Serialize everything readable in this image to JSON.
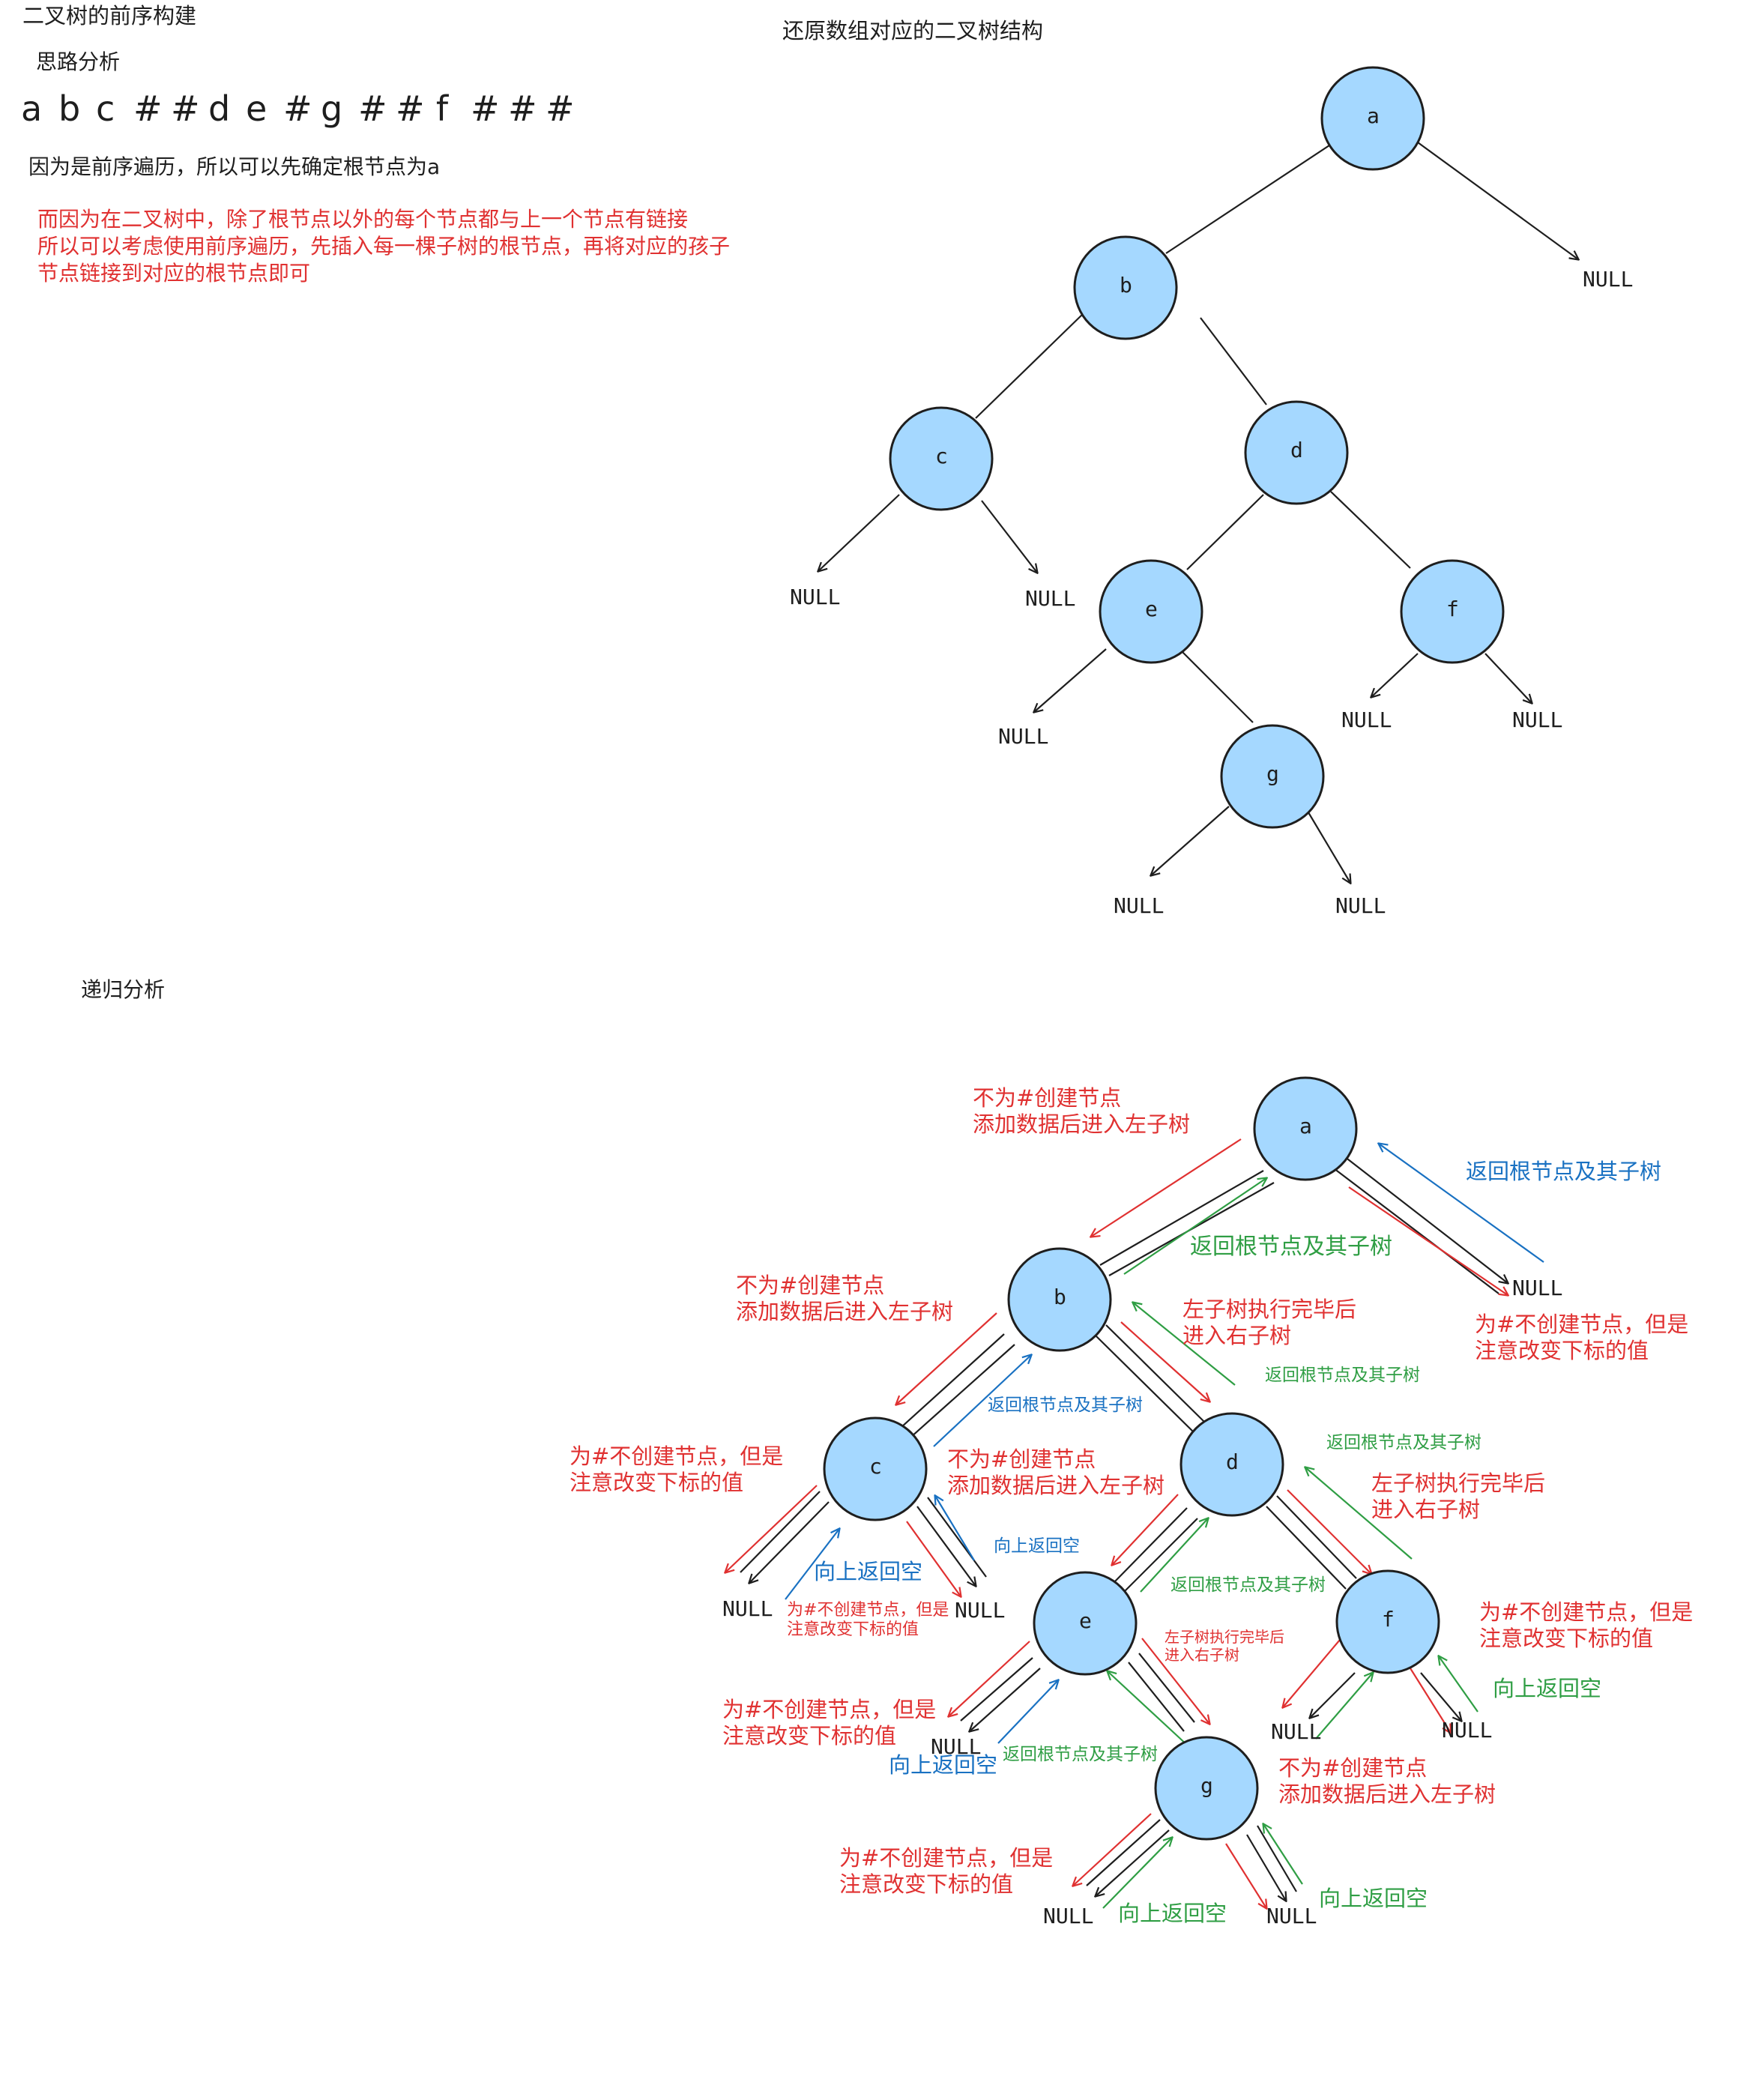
{
  "top": {
    "heading": "二叉树的前序构建",
    "subheading": "思路分析",
    "sequence": [
      "a",
      "b",
      "c",
      "#",
      "#",
      "d",
      "e",
      "#",
      "g",
      "#",
      "#",
      "f",
      "#",
      "#",
      "#"
    ],
    "note_root": "因为是前序遍历，所以可以先确定根节点为a",
    "note_red_1": "而因为在二叉树中，除了根节点以外的每个节点都与上一个节点有链接",
    "note_red_2": "所以可以考虑使用前序遍历，先插入每一棵子树的根节点，再将对应的孩子",
    "note_red_3": "节点链接到对应的根节点即可",
    "tree_title": "还原数组对应的二叉树结构"
  },
  "tree1": {
    "nodes": [
      "a",
      "b",
      "c",
      "d",
      "e",
      "f",
      "g"
    ],
    "null_label": "NULL"
  },
  "recursion": {
    "heading": "递归分析",
    "nodes": [
      "a",
      "b",
      "c",
      "d",
      "e",
      "f",
      "g"
    ],
    "null_label": "NULL",
    "labels": {
      "enter_a": "不为#创建节点\n添加数据后进入左子树",
      "ret_a_right": "返回根节点及其子树",
      "ret_b": "返回根节点及其子树",
      "null_a_right": "为#不创建节点，但是\n注意改变下标的值",
      "enter_b": "不为#创建节点\n添加数据后进入左子树",
      "b_left_done": "左子树执行完毕后\n进入右子树",
      "ret_d": "返回根节点及其子树",
      "ret_c": "返回根节点及其子树",
      "c_null_left": "为#不创建节点，但是\n注意改变下标的值",
      "enter_d": "不为#创建节点\n添加数据后进入左子树",
      "ret_f": "返回根节点及其子树",
      "d_left_done": "左子树执行完毕后\n进入右子树",
      "c_up_left": "向上返回空",
      "c_up_right": "向上返回空",
      "c_null_right": "为#不创建节点，但是\n注意改变下标的值",
      "ret_e": "返回根节点及其子树",
      "e_left_done": "左子树执行完毕后\n进入右子树",
      "f_null": "为#不创建节点，但是\n注意改变下标的值",
      "f_up": "向上返回空",
      "e_null_left": "为#不创建节点，但是\n注意改变下标的值",
      "e_up": "向上返回空",
      "ret_g": "返回根节点及其子树",
      "enter_g": "不为#创建节点\n添加数据后进入左子树",
      "g_null": "为#不创建节点，但是\n注意改变下标的值",
      "g_up_left": "向上返回空",
      "g_up_right": "向上返回空"
    }
  },
  "colors": {
    "node_fill": "#a5d8ff",
    "stroke": "#1e1e1e",
    "red": "#e03131",
    "blue": "#1971c2",
    "green": "#2f9e44"
  }
}
